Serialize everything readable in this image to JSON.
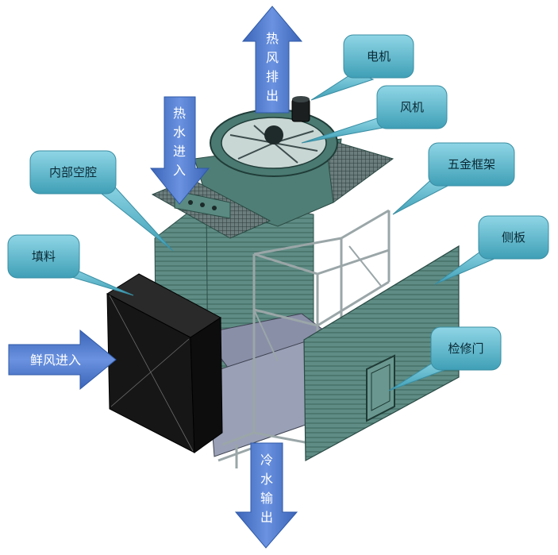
{
  "arrows": {
    "hot_air_out": "热风排出",
    "hot_water_in": "热水进入",
    "fresh_air_in": "鲜风进入",
    "cold_water_out": "冷水输出"
  },
  "labels": {
    "motor": "电机",
    "fan": "风机",
    "hardware_frame": "五金框架",
    "side_panel": "侧板",
    "inspection_door": "检修门",
    "inner_cavity": "内部空腔",
    "fill": "填料"
  },
  "colors": {
    "arrow_blue": "#4a74c9",
    "callout_fill": "#62b9cc",
    "body_green": "#5d8a82",
    "fill_black": "#151515"
  }
}
